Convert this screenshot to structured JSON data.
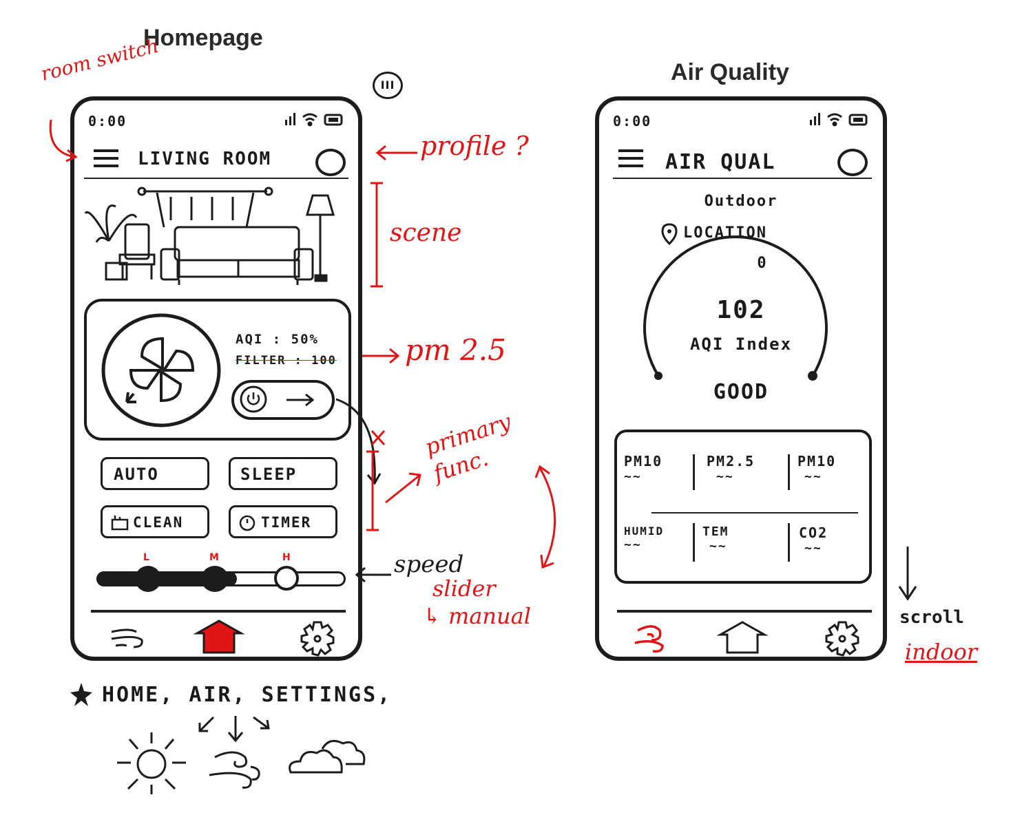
{
  "titles": {
    "homepage": "Homepage",
    "air_quality": "Air Quality"
  },
  "homepage": {
    "status_time": "0:00",
    "room_title": "LIVING ROOM",
    "aqi_text": "AQI : 50%",
    "filter_text": "FILTER : 100",
    "mode_buttons": [
      "AUTO",
      "SLEEP",
      "CLEAN",
      "TIMER"
    ],
    "speed_marks": [
      "L",
      "M",
      "H"
    ],
    "nav": [
      "air-icon",
      "home-icon",
      "gear-icon"
    ]
  },
  "air": {
    "status_time": "0:00",
    "title": "AIR QUAL",
    "outdoor": "Outdoor",
    "location": "LOCATION",
    "gauge_zero": "0",
    "aqi_value": "102",
    "aqi_label": "AQI Index",
    "status": "GOOD",
    "metrics": [
      {
        "label": "PM10",
        "value": "~~"
      },
      {
        "label": "PM2.5",
        "value": "~~"
      },
      {
        "label": "PM10",
        "value": "~~"
      },
      {
        "label": "HUMID",
        "value": "~~"
      },
      {
        "label": "TEM",
        "value": "~~"
      },
      {
        "label": "CO2",
        "value": "~~"
      }
    ],
    "nav": [
      "air-icon",
      "home-icon",
      "gear-icon"
    ]
  },
  "annotations": {
    "room_switch": "room switch",
    "profile": "profile ?",
    "scene": "scene",
    "pm25": "pm 2.5",
    "primary_func": "primary func.",
    "speed": "speed",
    "slider": "slider",
    "manual": "↳ manual",
    "scroll": "scroll",
    "indoor": "indoor",
    "nav_note": "HOME, AIR, SETTINGS,",
    "page_marker": "III"
  },
  "colors": {
    "ink": "#1c1c1c",
    "accent": "#e01515"
  }
}
